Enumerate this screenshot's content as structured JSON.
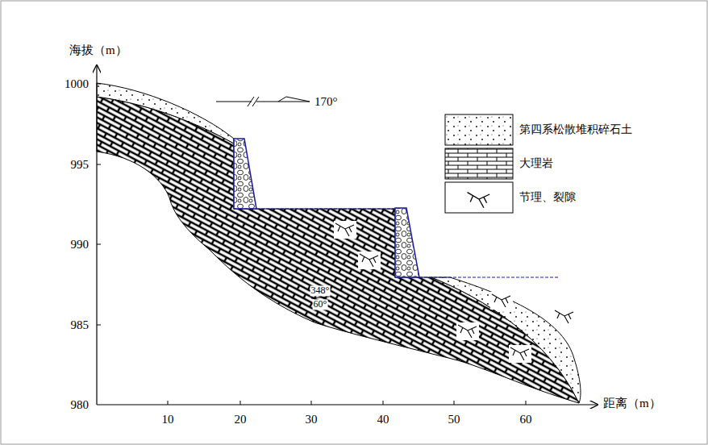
{
  "diagram": {
    "labels": [
      "海拔（m）",
      "1000",
      "995",
      "990",
      "985",
      "980",
      "10",
      "20",
      "30",
      "40",
      "50",
      "60",
      "距离（m）",
      "170°",
      "348°",
      "60°"
    ],
    "legend": [
      {
        "text": "第四系松散堆积碎石土"
      },
      {
        "text": "大理岩"
      },
      {
        "text": "节理、裂隙"
      }
    ]
  }
}
